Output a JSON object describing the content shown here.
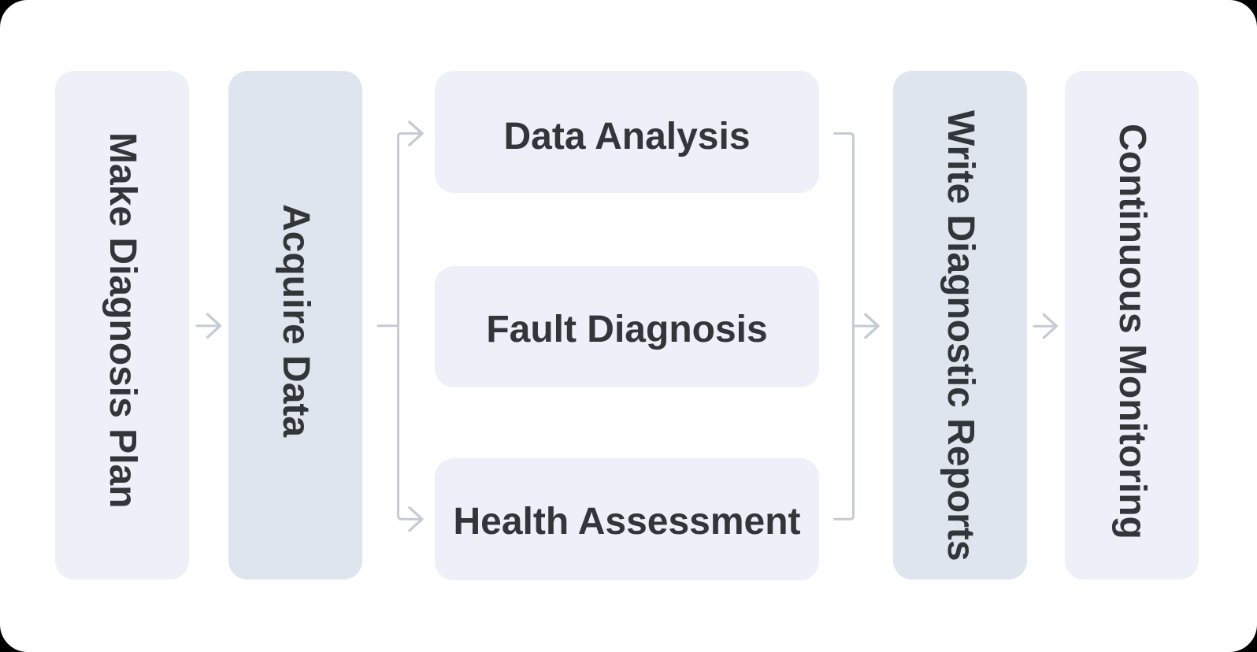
{
  "diagram": {
    "type": "flowchart",
    "direction": "left-to-right",
    "stages": [
      {
        "id": "make-diagnosis-plan",
        "label": "Make Diagnosis Plan",
        "orientation": "vertical",
        "tone": "light"
      },
      {
        "id": "acquire-data",
        "label": "Acquire Data",
        "orientation": "vertical",
        "tone": "dark"
      },
      {
        "id": "parallel-tasks",
        "orientation": "horizontal",
        "tone": "light",
        "items": [
          {
            "id": "data-analysis",
            "label": "Data Analysis"
          },
          {
            "id": "fault-diagnosis",
            "label": "Fault Diagnosis"
          },
          {
            "id": "health-assessment",
            "label": "Health Assessment"
          }
        ]
      },
      {
        "id": "write-diagnostic-reports",
        "label": "Write Diagnostic Reports",
        "orientation": "vertical",
        "tone": "dark"
      },
      {
        "id": "continuous-monitoring",
        "label": "Continuous Monitoring",
        "orientation": "vertical",
        "tone": "light"
      }
    ],
    "connections": [
      {
        "from": "make-diagnosis-plan",
        "to": "acquire-data",
        "arrow": true
      },
      {
        "from": "acquire-data",
        "to": "data-analysis",
        "arrow": true
      },
      {
        "from": "acquire-data",
        "to": "fault-diagnosis",
        "arrow": false
      },
      {
        "from": "acquire-data",
        "to": "health-assessment",
        "arrow": true
      },
      {
        "from": "data-analysis",
        "to": "write-diagnostic-reports",
        "arrow": false
      },
      {
        "from": "fault-diagnosis",
        "to": "write-diagnostic-reports",
        "arrow": true
      },
      {
        "from": "health-assessment",
        "to": "write-diagnostic-reports",
        "arrow": false
      },
      {
        "from": "write-diagnostic-reports",
        "to": "continuous-monitoring",
        "arrow": true
      }
    ],
    "colors": {
      "node_light": "#EDF0F8",
      "node_dark": "#DFE5EE",
      "connector": "#C6CAD2",
      "text": "#333639",
      "canvas": "#FFFFFF",
      "page_background": "#000000"
    }
  }
}
